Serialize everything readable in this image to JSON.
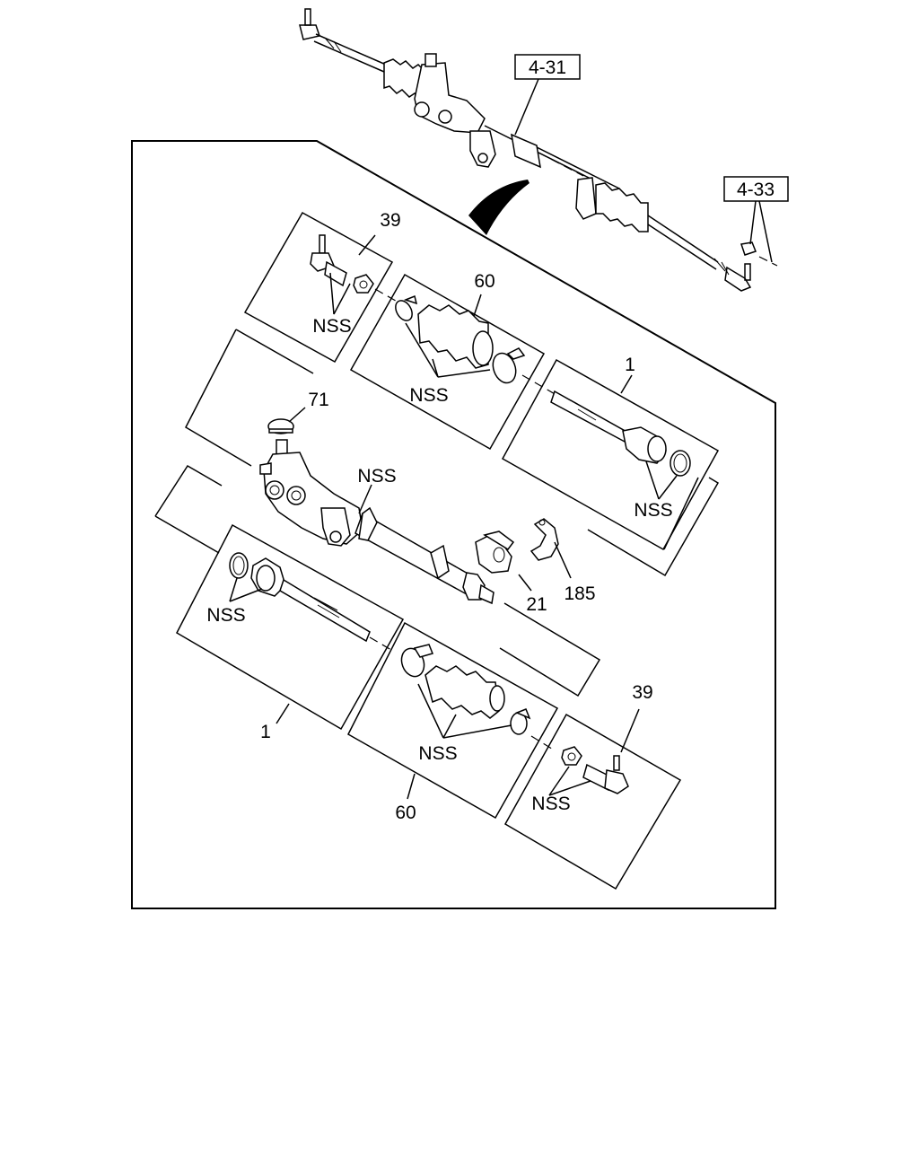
{
  "references": {
    "ref_4_31": "4-31",
    "ref_4_33": "4-33"
  },
  "callouts": {
    "upper_tie_rod_end": "39",
    "upper_boot_kit": "60",
    "upper_inner_tie_rod": "1",
    "pinion_cap": "71",
    "housing": "NSS",
    "mount_bushing": "21",
    "mount_bracket": "185",
    "lower_inner_tie_rod": "1",
    "lower_boot_kit": "60",
    "lower_tie_rod_end": "39"
  },
  "nss_labels": {
    "upper_tie_rod_end": "NSS",
    "upper_boot": "NSS",
    "upper_inner_tie_rod": "NSS",
    "lower_inner_tie_rod": "NSS",
    "lower_boot": "NSS",
    "lower_tie_rod_end": "NSS"
  }
}
